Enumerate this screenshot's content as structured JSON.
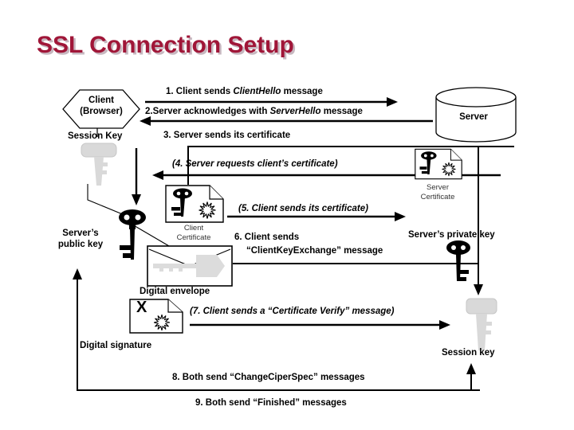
{
  "slide": {
    "title": "SSL Connection Setup"
  },
  "colors": {
    "title": "#A01638",
    "title_shadow": "#C7B8C0",
    "line": "#000000",
    "gray_key": "#D9D9D9",
    "black_key": "#000000",
    "background": "#FFFFFF"
  },
  "nodes": {
    "client_line1": "Client",
    "client_line2": "(Browser)",
    "server": "Server"
  },
  "labels": {
    "session_key_top": "Session Key",
    "client_cert_line1": "Client",
    "client_cert_line2": "Certificate",
    "server_cert_line1": "Server",
    "server_cert_line2": "Certificate",
    "server_public_key_line1": "Server’s",
    "server_public_key_line2": "public key",
    "server_private_key": "Server’s private key",
    "digital_envelope": "Digital envelope",
    "digital_signature": "Digital signature",
    "session_key_bottom": "Session key",
    "signature_x": "X"
  },
  "steps": {
    "s1_pre": "1.  Client sends ",
    "s1_msg": "ClientHello",
    "s1_post": " message",
    "s2_pre": "2.Server acknowledges with ",
    "s2_msg": "ServerHello",
    "s2_post": " message",
    "s3": "3.  Server sends its certificate",
    "s4": "(4.  Server requests client’s certificate)",
    "s5": "(5.  Client sends its certificate)",
    "s6_line1": "6.  Client sends",
    "s6_line2": "“ClientKeyExchange” message",
    "s7": "(7.  Client sends a “Certificate Verify” message)",
    "s8": "8.  Both send “ChangeCiperSpec” messages",
    "s9": "9.  Both send “Finished” messages"
  },
  "icons": {
    "client_shape": "hexagon",
    "server_shape": "cylinder",
    "session_key": "gray-key",
    "public_key": "black-ornate-key",
    "private_key": "black-ornate-key",
    "certificate": "document-with-key-and-seal",
    "digital_envelope": "envelope-with-gray-key",
    "digital_signature": "document-with-x-and-seal"
  }
}
